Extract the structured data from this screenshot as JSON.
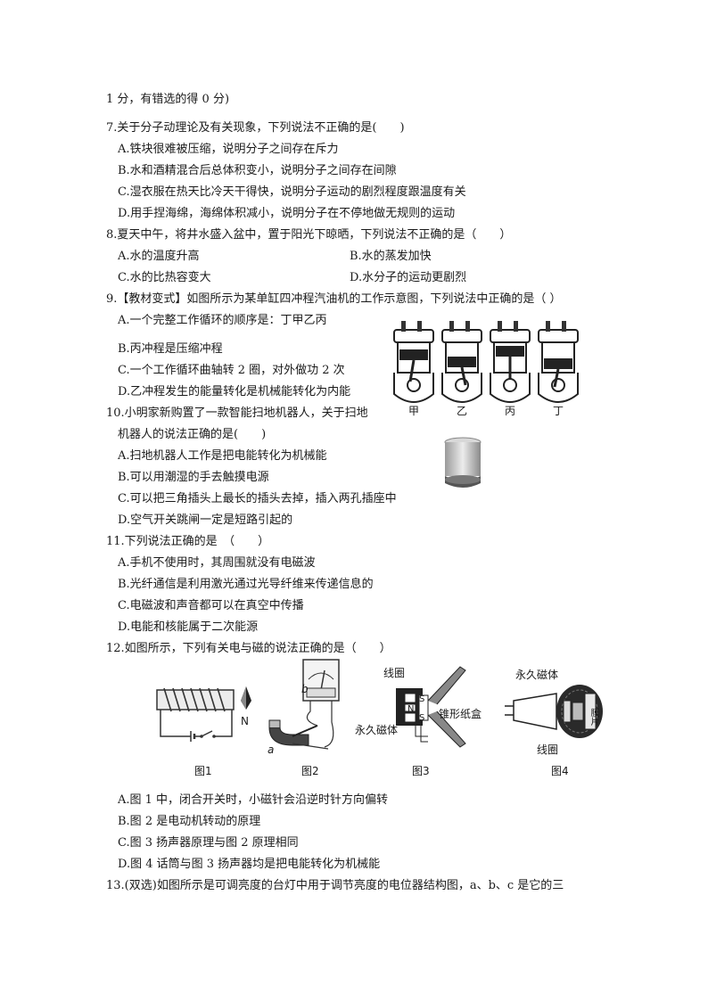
{
  "intro": "1 分，有错选的得 0 分)",
  "q7": {
    "stem": "7.关于分子动理论及有关现象，下列说法不正确的是(　　)",
    "options": [
      "A.铁块很难被压缩，说明分子之间存在斥力",
      "B.水和酒精混合后总体积变小，说明分子之间存在间隙",
      "C.湿衣服在热天比冷天干得快，说明分子运动的剧烈程度跟温度有关",
      "D.用手捏海绵，海绵体积减小，说明分子在不停地做无规则的运动"
    ]
  },
  "q8": {
    "stem": "8.夏天中午，将井水盛入盆中，置于阳光下晾晒，下列说法不正确的是（　　）",
    "options": [
      "A.水的温度升高",
      "B.水的蒸发加快",
      "C.水的比热容变大",
      "D.水分子的运动更剧烈"
    ]
  },
  "q9": {
    "stem": "9.【教材变式】如图所示为某单缸四冲程汽油机的工作示意图，下列说法中正确的是（ ）",
    "options": [
      "A.一个完整工作循环的顺序是：丁甲乙丙",
      "B.丙冲程是压缩冲程",
      "C.一个工作循环曲轴转 2 圈，对外做功 2 次",
      "D.乙冲程发生的能量转化是机械能转化为内能"
    ],
    "figure_labels": [
      "甲",
      "乙",
      "丙",
      "丁"
    ]
  },
  "q10": {
    "stem_line1": "10.小明家新购置了一款智能扫地机器人，关于扫地",
    "stem_line2": "机器人的说法正确的是(　　)",
    "options": [
      "A.扫地机器人工作是把电能转化为机械能",
      "B.可以用潮湿的手去触摸电源",
      "C.可以把三角插头上最长的插头去掉，插入两孔插座中",
      "D.空气开关跳闸一定是短路引起的"
    ]
  },
  "q11": {
    "stem": "11.下列说法正确的是　（　　）",
    "options": [
      "A.手机不使用时，其周围就没有电磁波",
      "B.光纤通信是利用激光通过光导纤维来传递信息的",
      "C.电磁波和声音都可以在真空中传播",
      "D.电能和核能属于二次能源"
    ]
  },
  "q12": {
    "stem": "12.如图所示，下列有关电与磁的说法正确的是（　　）",
    "figure_captions": [
      "图1",
      "图2",
      "图3",
      "图4"
    ],
    "fig1_labels": {
      "n": "N"
    },
    "fig2_labels": {
      "a": "a",
      "b": "b"
    },
    "fig3_labels": {
      "coil": "线圈",
      "magnet": "永久磁体",
      "cone": "锥形纸盒",
      "s1": "S",
      "n": "N",
      "s2": "S"
    },
    "fig4_labels": {
      "magnet": "永久磁体",
      "coil": "线圈",
      "film": "膜片"
    },
    "options": [
      "A.图 1 中，闭合开关时，小磁针会沿逆时针方向偏转",
      "B.图 2  是电动机转动的原理",
      "C.图 3  扬声器原理与图 2  原理相同",
      "D.图 4 话筒与图 3  扬声器均是把电能转化为机械能"
    ]
  },
  "q13": {
    "stem": "13.(双选)如图所示是可调亮度的台灯中用于调节亮度的电位器结构图，a、b、c 是它的三"
  }
}
